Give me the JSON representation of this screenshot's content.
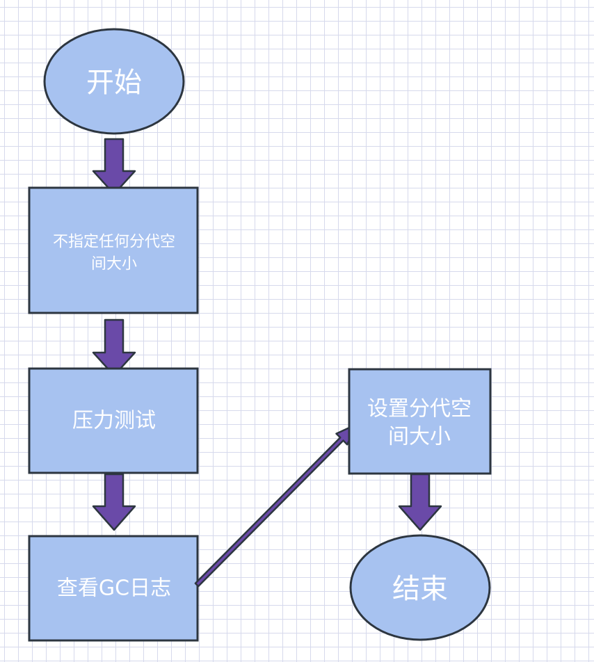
{
  "nodes": {
    "start": "开始",
    "no_gen_size_line1": "不指定任何分代空",
    "no_gen_size_line2": "间大小",
    "stress_test": "压力测试",
    "view_gc_log": "查看GC日志",
    "set_gen_size_line1": "设置分代空",
    "set_gen_size_line2": "间大小",
    "end": "结束"
  },
  "colors": {
    "node_fill": "#a7c2f0",
    "node_border": "#2d3640",
    "arrow_fill": "#6a4aa8",
    "grid": "#d6d9ec"
  }
}
